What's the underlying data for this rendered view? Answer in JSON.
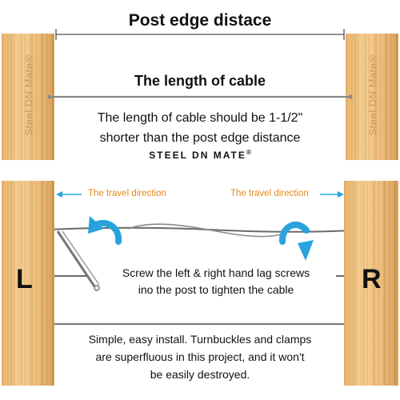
{
  "top_panel": {
    "title": "Post edge distace",
    "subtitle": "The length of cable",
    "note_line1": "The length of cable should be 1-1/2\"",
    "note_line2": "shorter than the post edge distance",
    "brand": "STEEL DN MATE",
    "brand_mark": "®",
    "post_watermark": "Steel DN Mate®"
  },
  "bottom_panel": {
    "left_post_label": "L",
    "right_post_label": "R",
    "travel_left": "The travel direction",
    "travel_right": "The travel direction",
    "instruction_line1": "Screw the left & right hand lag screws",
    "instruction_line2": "ino the post to tighten the cable",
    "desc_line1": "Simple, easy install. Turnbuckles and clamps",
    "desc_line2": "are superfluous in this project, and it won't",
    "desc_line3": "be easily destroyed."
  },
  "colors": {
    "accent_arrow": "#29a3dd",
    "travel_label": "#e48a1a",
    "cable": "#6a6a6a",
    "wood_light": "#f5cf93",
    "wood_dark": "#d9a059"
  },
  "icons": [
    "rotate-arrow-icon",
    "travel-arrow-icon",
    "dimension-arrow-icon"
  ]
}
